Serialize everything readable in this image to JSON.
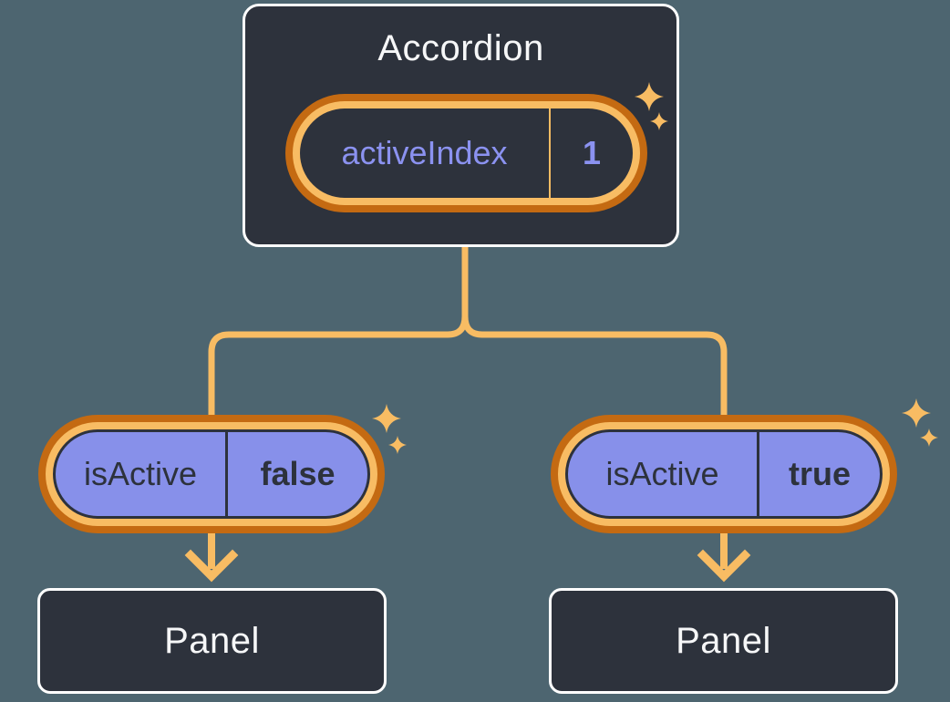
{
  "colors": {
    "background": "#4d6570",
    "node_fill": "#2d323c",
    "node_border": "#ffffff",
    "highlight_outer": "#c46a12",
    "highlight_inner": "#f8bc63",
    "purple_fill": "#8790ea",
    "purple_text": "#8b92f0",
    "dark_text": "#2d323c",
    "white_text": "#f6f7f8"
  },
  "diagram": {
    "type": "component-tree",
    "accordion": {
      "title": "Accordion",
      "state": {
        "name": "activeIndex",
        "value": "1"
      }
    },
    "children": [
      {
        "prop": {
          "name": "isActive",
          "value": "false"
        },
        "panel": "Panel"
      },
      {
        "prop": {
          "name": "isActive",
          "value": "true"
        },
        "panel": "Panel"
      }
    ]
  }
}
